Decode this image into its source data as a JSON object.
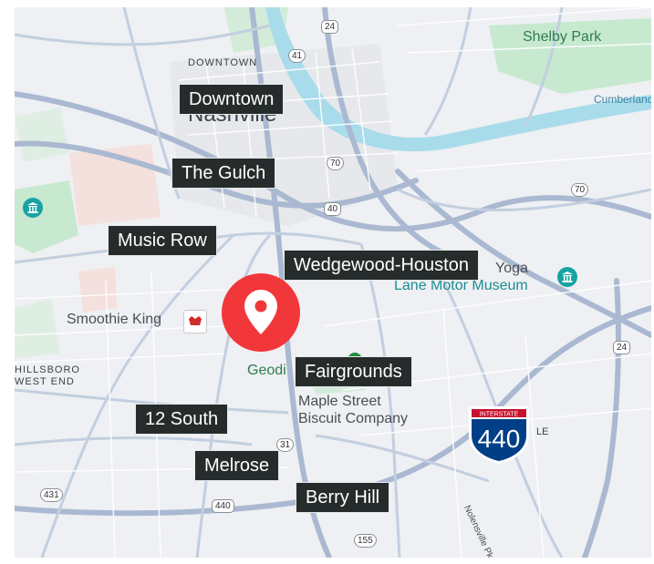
{
  "map": {
    "city_label": "Nashville",
    "downtown_caption": "DOWNTOWN",
    "neighborhoods": [
      {
        "id": "downtown",
        "label": "Downtown"
      },
      {
        "id": "the-gulch",
        "label": "The Gulch"
      },
      {
        "id": "music-row",
        "label": "Music Row"
      },
      {
        "id": "wedgewood-houston",
        "label": "Wedgewood-Houston"
      },
      {
        "id": "fairgrounds",
        "label": "Fairgrounds"
      },
      {
        "id": "12-south",
        "label": "12 South"
      },
      {
        "id": "melrose",
        "label": "Melrose"
      },
      {
        "id": "berry-hill",
        "label": "Berry Hill"
      }
    ],
    "places": {
      "shelby_park": "Shelby Park",
      "cumberland": "Cumberland",
      "smoothie_king": "Smoothie King",
      "yoga": "Yoga",
      "lane_motor_museum": "Lane Motor Museum",
      "geodi": "Geodi",
      "maple_street_line1": "Maple Street",
      "maple_street_line2": "Biscuit Company",
      "hillsboro_line1": "HILLSBORO",
      "hillsboro_line2": "WEST END",
      "nolensville": "Nolensville Pk",
      "le": "LE"
    },
    "route_shields": {
      "r24_north": "24",
      "r41": "41",
      "r70_center": "70",
      "r40": "40",
      "r70_east": "70",
      "r24_east": "24",
      "r31": "31",
      "r431": "431",
      "r440": "440",
      "r155": "155"
    },
    "interstate_sign": {
      "top": "INTERSTATE",
      "number": "440"
    },
    "colors": {
      "pin": "#f2373b",
      "label_bg": "#262c2c",
      "water": "#a8dcea",
      "park": "#c7e9cf",
      "road": "#aab9d1",
      "museum": "#17a2a4"
    },
    "icons": {
      "pin": "location-pin-icon",
      "museum": "museum-icon",
      "restaurant": "restaurant-icon",
      "park": "park-icon"
    }
  }
}
